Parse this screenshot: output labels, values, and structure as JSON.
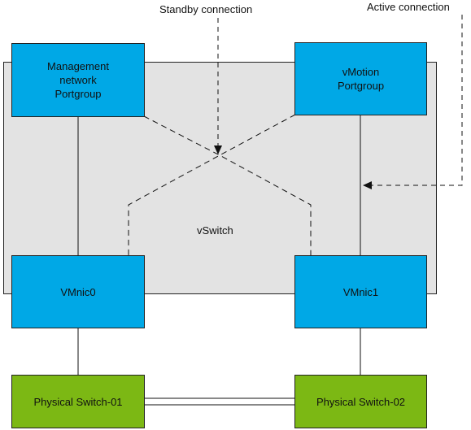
{
  "annotations": {
    "standby": "Standby connection",
    "active": "Active connection"
  },
  "vswitch": {
    "label": "vSwitch"
  },
  "portgroups": {
    "management": "Management\nnetwork\nPortgroup",
    "vmotion": "vMotion\nPortgroup"
  },
  "vmnics": {
    "vmnic0": "VMnic0",
    "vmnic1": "VMnic1"
  },
  "physical_switches": {
    "switch1": "Physical Switch-01",
    "switch2": "Physical Switch-02"
  },
  "colors": {
    "portgroup_fill": "#00a8e6",
    "physical_switch_fill": "#7cb814",
    "vswitch_fill": "#e3e3e3"
  }
}
